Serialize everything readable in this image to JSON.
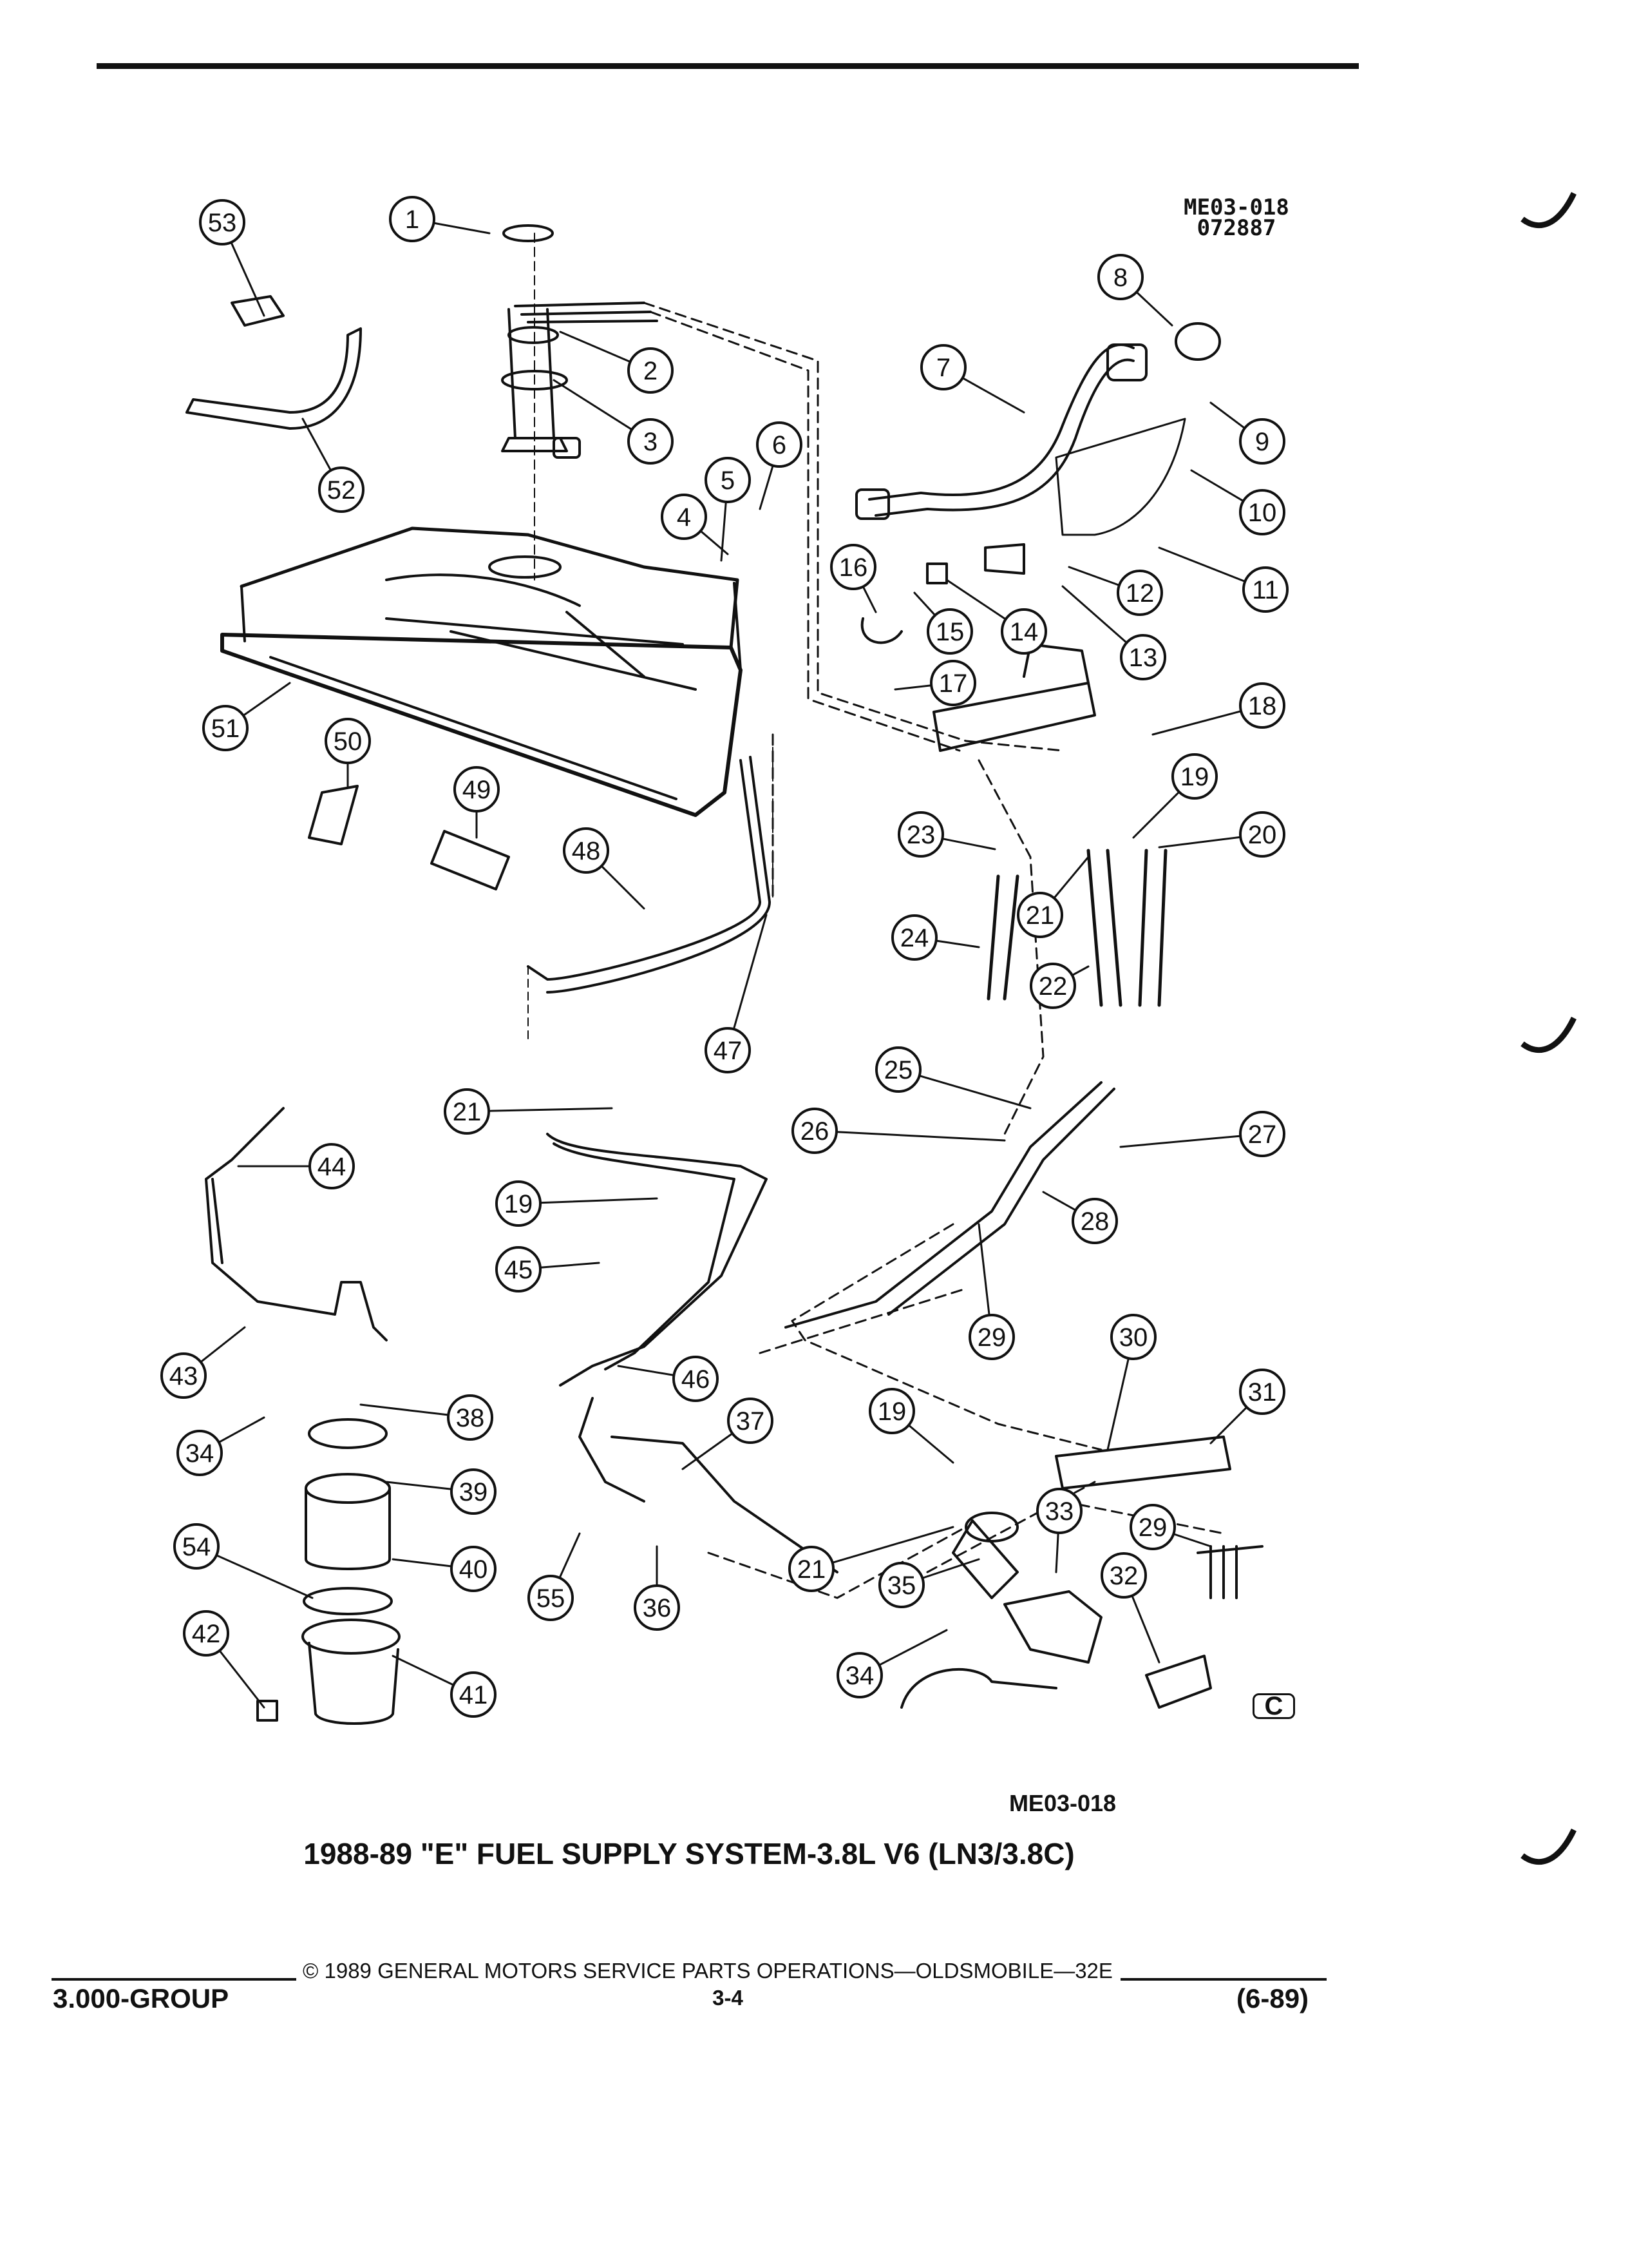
{
  "drawing_code": {
    "line1": "ME03-018",
    "line2": "072887"
  },
  "figure_code": "ME03-018",
  "caption": "1988-89 \"E\" FUEL SUPPLY SYSTEM-3.8L V6 (LN3/3.8C)",
  "footer": {
    "group": "3.000-GROUP",
    "copyright": "© 1989 GENERAL MOTORS SERVICE PARTS OPERATIONS—OLDSMOBILE—32E",
    "page": "3-4",
    "date": "(6-89)"
  },
  "corner_mark": "C",
  "callouts": [
    "53",
    "1",
    "2",
    "3",
    "52",
    "6",
    "5",
    "4",
    "7",
    "8",
    "9",
    "10",
    "11",
    "12",
    "13",
    "14",
    "15",
    "16",
    "17",
    "18",
    "51",
    "50",
    "49",
    "48",
    "47",
    "19",
    "20",
    "23",
    "21",
    "24",
    "22",
    "25",
    "26",
    "27",
    "28",
    "29",
    "21",
    "19",
    "44",
    "45",
    "43",
    "46",
    "37",
    "19",
    "34",
    "38",
    "39",
    "40",
    "54",
    "55",
    "36",
    "21",
    "35",
    "33",
    "32",
    "29",
    "42",
    "41",
    "34",
    "30",
    "31"
  ]
}
